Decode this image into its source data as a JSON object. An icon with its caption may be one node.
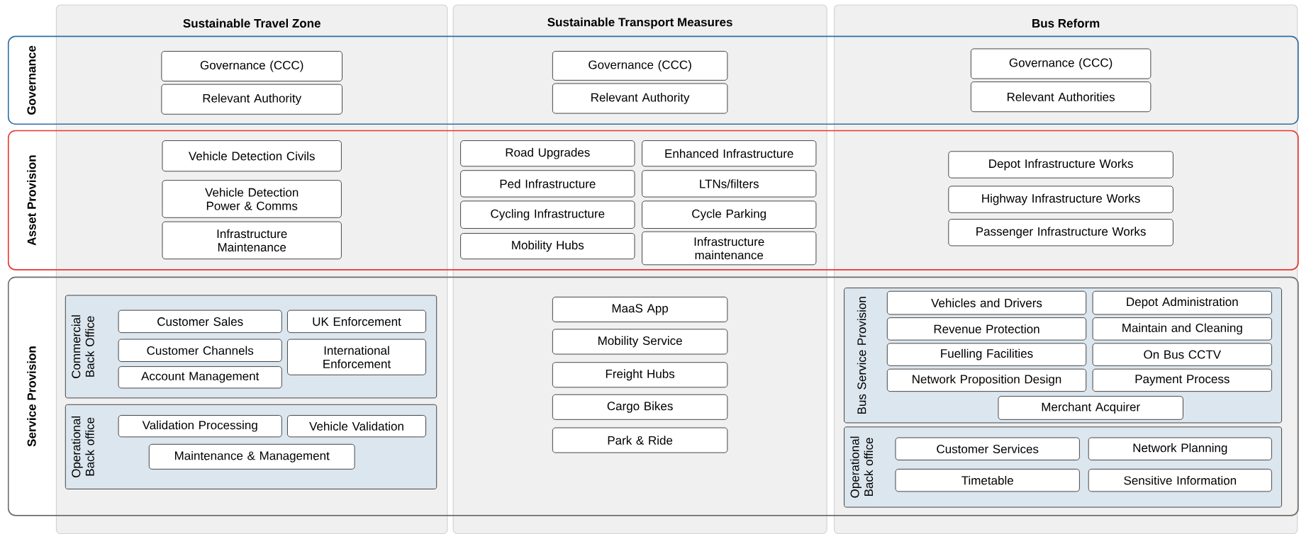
{
  "diagram": {
    "nodes": [
      {
        "text": [
          "Sustainable Travel Zone"
        ]
      },
      {
        "text": [
          "Sustainable Transport Measures"
        ]
      },
      {
        "text": [
          "Bus Reform"
        ]
      },
      {
        "text": [
          "Governance"
        ]
      },
      {
        "text": [
          "Asset Provision"
        ]
      },
      {
        "text": [
          "Service Provision"
        ]
      },
      {
        "text": [
          "Governance (CCC)"
        ]
      },
      {
        "text": [
          "Relevant Authority"
        ]
      },
      {
        "text": [
          "Governance (CCC)"
        ]
      },
      {
        "text": [
          "Relevant Authority"
        ]
      },
      {
        "text": [
          "Governance (CCC)"
        ]
      },
      {
        "text": [
          "Relevant Authorities"
        ]
      },
      {
        "text": [
          "Vehicle Detection Civils"
        ]
      },
      {
        "text": [
          "Vehicle Detection Power & Comms"
        ]
      },
      {
        "text": [
          "Infrastructure Maintenance"
        ]
      },
      {
        "text": [
          "Road Upgrades"
        ]
      },
      {
        "text": [
          "Enhanced Infrastructure"
        ]
      },
      {
        "text": [
          "Ped Infrastructure"
        ]
      },
      {
        "text": [
          "LTNs/filters"
        ]
      },
      {
        "text": [
          "Cycling Infrastructure"
        ]
      },
      {
        "text": [
          "Cycle Parking"
        ]
      },
      {
        "text": [
          "Mobility Hubs"
        ]
      },
      {
        "text": [
          "Infrastructure maintenance"
        ]
      },
      {
        "text": [
          "Depot Infrastructure Works"
        ]
      },
      {
        "text": [
          "Highway Infrastructure Works"
        ]
      },
      {
        "text": [
          "Passenger Infrastructure Works"
        ]
      },
      {
        "text": [
          "Commercial Back Office"
        ]
      },
      {
        "text": [
          "Customer Sales"
        ],
        "in": 26
      },
      {
        "text": [
          "UK Enforcement"
        ],
        "in": 26
      },
      {
        "text": [
          "Customer Channels"
        ],
        "in": 26
      },
      {
        "text": [
          "International Enforcement"
        ],
        "in": 26
      },
      {
        "text": [
          "Account Management"
        ],
        "in": 26
      },
      {
        "text": [
          "Operational Back office"
        ]
      },
      {
        "text": [
          "Validation Processing"
        ],
        "in": 32
      },
      {
        "text": [
          "Vehicle Validation"
        ],
        "in": 32
      },
      {
        "text": [
          "Maintenance & Management"
        ],
        "in": 32
      },
      {
        "text": [
          "MaaS App"
        ]
      },
      {
        "text": [
          "Mobility Service"
        ]
      },
      {
        "text": [
          "Freight Hubs"
        ]
      },
      {
        "text": [
          "Cargo Bikes"
        ]
      },
      {
        "text": [
          "Park & Ride"
        ]
      },
      {
        "text": [
          "Bus Service Provision"
        ]
      },
      {
        "text": [
          "Vehicles and Drivers"
        ],
        "in": 41
      },
      {
        "text": [
          "Depot Administration"
        ],
        "in": 41
      },
      {
        "text": [
          "Revenue Protection"
        ],
        "in": 41
      },
      {
        "text": [
          "Maintain and Cleaning"
        ],
        "in": 41
      },
      {
        "text": [
          "Fuelling Facilities"
        ],
        "in": 41
      },
      {
        "text": [
          "On Bus CCTV"
        ],
        "in": 41
      },
      {
        "text": [
          "Network Proposition Design"
        ],
        "in": 41
      },
      {
        "text": [
          "Payment Process"
        ],
        "in": 41
      },
      {
        "text": [
          "Merchant Acquirer"
        ],
        "in": 41
      },
      {
        "text": [
          "Operational Back office"
        ]
      },
      {
        "text": [
          "Customer Services"
        ],
        "in": 51
      },
      {
        "text": [
          "Network Planning"
        ],
        "in": 51
      },
      {
        "text": [
          "Timetable"
        ],
        "in": 51
      },
      {
        "text": [
          "Sensitive Information"
        ],
        "in": 51
      }
    ]
  }
}
